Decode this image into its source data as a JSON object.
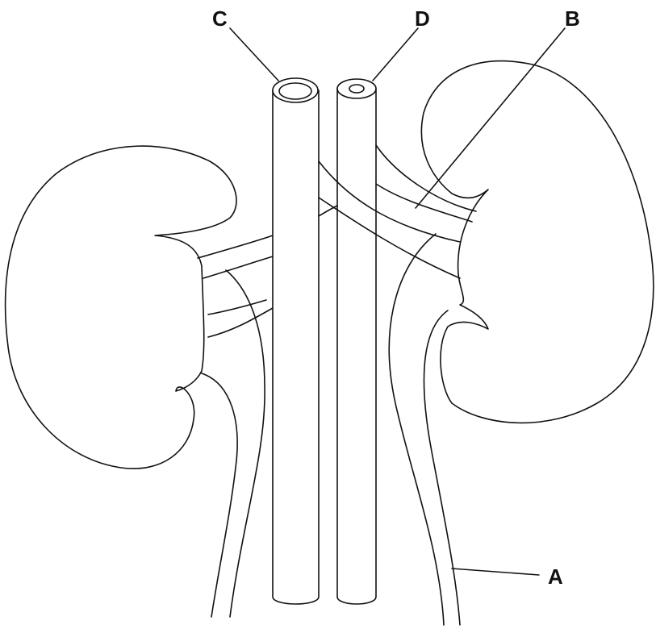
{
  "labels": {
    "A": "A",
    "B": "B",
    "C": "C",
    "D": "D"
  },
  "colors": {
    "stroke": "#111111",
    "background": "#ffffff"
  }
}
